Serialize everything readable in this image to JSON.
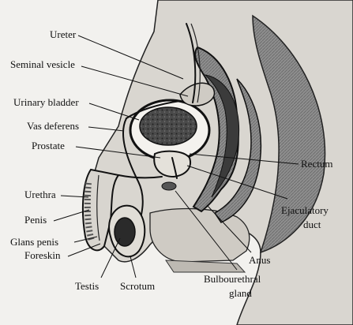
{
  "diagram": {
    "labels": {
      "ureter": "Ureter",
      "seminal_vesicle": "Seminal vesicle",
      "urinary_bladder": "Urinary bladder",
      "vas_deferens": "Vas deferens",
      "prostate": "Prostate",
      "rectum": "Rectum",
      "urethra": "Urethra",
      "penis": "Penis",
      "glans_penis": "Glans penis",
      "foreskin": "Foreskin",
      "testis": "Testis",
      "scrotum": "Scrotum",
      "anus": "Anus",
      "ejaculatory_duct_line1": "Ejaculatory",
      "ejaculatory_duct_line2": "duct",
      "bulbourethral_gland_line1": "Bulbourethral",
      "bulbourethral_gland_line2": "gland"
    }
  }
}
